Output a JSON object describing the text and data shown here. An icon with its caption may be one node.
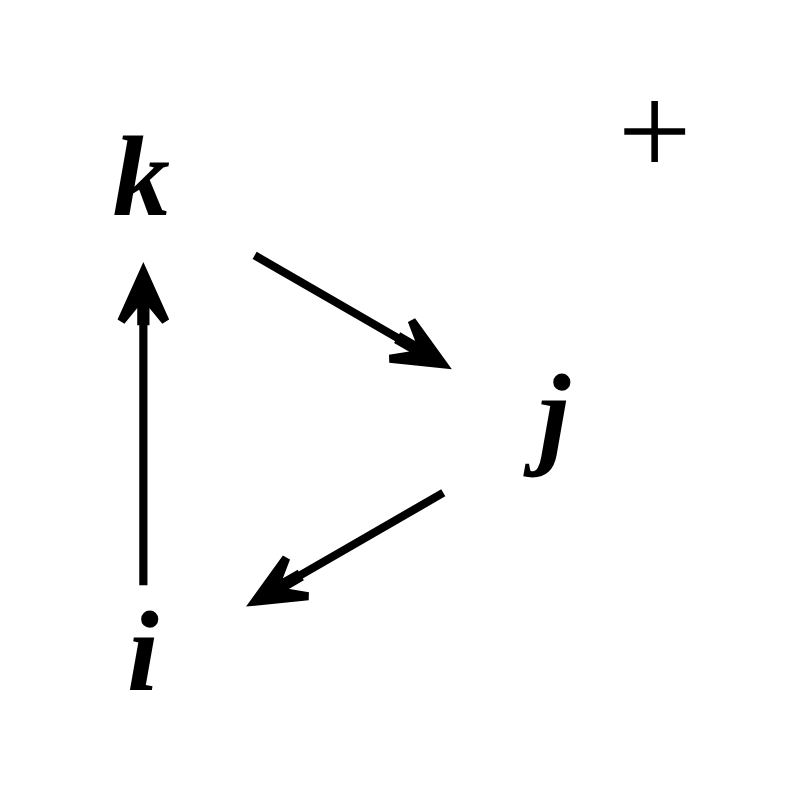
{
  "diagram": {
    "nodes": [
      {
        "text": [
          "i"
        ]
      },
      {
        "text": [
          "k"
        ]
      },
      {
        "text": [
          "j"
        ]
      }
    ],
    "edges": [
      {
        "from": 0,
        "to": 1,
        "arrow": "to"
      },
      {
        "from": 1,
        "to": 2,
        "arrow": "to"
      },
      {
        "from": 2,
        "to": 0,
        "arrow": "to"
      }
    ],
    "labels": [
      "+"
    ]
  }
}
